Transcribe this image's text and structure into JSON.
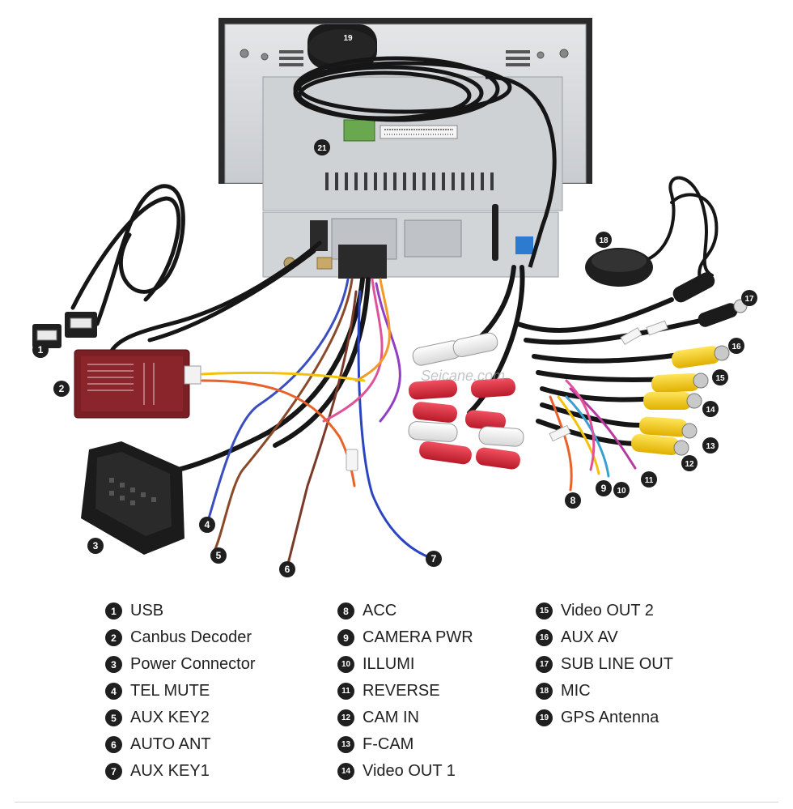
{
  "diagram": {
    "watermark": "Seicane.com",
    "colors": {
      "badge": "#1f1f1f",
      "cable": "#161616",
      "rca_red": "#d8283a",
      "rca_white": "#f0f0f0",
      "rca_yellow": "#f2c919",
      "chassis": "#d8dadc",
      "decoder": "#7a1f24"
    },
    "badges": [
      {
        "id": "1",
        "label": "1"
      },
      {
        "id": "2",
        "label": "2"
      },
      {
        "id": "3",
        "label": "3"
      },
      {
        "id": "4",
        "label": "4"
      },
      {
        "id": "5",
        "label": "5"
      },
      {
        "id": "6",
        "label": "6"
      },
      {
        "id": "7",
        "label": "7"
      },
      {
        "id": "8",
        "label": "8"
      },
      {
        "id": "9",
        "label": "9"
      },
      {
        "id": "10",
        "label": "10"
      },
      {
        "id": "11",
        "label": "11"
      },
      {
        "id": "12",
        "label": "12"
      },
      {
        "id": "13",
        "label": "13"
      },
      {
        "id": "14",
        "label": "14"
      },
      {
        "id": "15",
        "label": "15"
      },
      {
        "id": "16",
        "label": "16"
      },
      {
        "id": "17",
        "label": "17"
      },
      {
        "id": "18",
        "label": "18"
      },
      {
        "id": "19",
        "label": "19"
      },
      {
        "id": "21",
        "label": "21"
      }
    ]
  },
  "legend": {
    "columns": [
      [
        {
          "num": "1",
          "label": "USB"
        },
        {
          "num": "2",
          "label": "Canbus Decoder"
        },
        {
          "num": "3",
          "label": "Power Connector"
        },
        {
          "num": "4",
          "label": "TEL MUTE"
        },
        {
          "num": "5",
          "label": "AUX KEY2"
        },
        {
          "num": "6",
          "label": "AUTO ANT"
        },
        {
          "num": "7",
          "label": "AUX KEY1"
        }
      ],
      [
        {
          "num": "8",
          "label": "ACC"
        },
        {
          "num": "9",
          "label": "CAMERA PWR"
        },
        {
          "num": "10",
          "label": "ILLUMI"
        },
        {
          "num": "11",
          "label": "REVERSE"
        },
        {
          "num": "12",
          "label": "CAM IN"
        },
        {
          "num": "13",
          "label": "F-CAM"
        },
        {
          "num": "14",
          "label": "Video OUT 1"
        }
      ],
      [
        {
          "num": "15",
          "label": "Video OUT 2"
        },
        {
          "num": "16",
          "label": "AUX AV"
        },
        {
          "num": "17",
          "label": "SUB LINE OUT"
        },
        {
          "num": "18",
          "label": "MIC"
        },
        {
          "num": "19",
          "label": "GPS Antenna"
        }
      ]
    ]
  }
}
